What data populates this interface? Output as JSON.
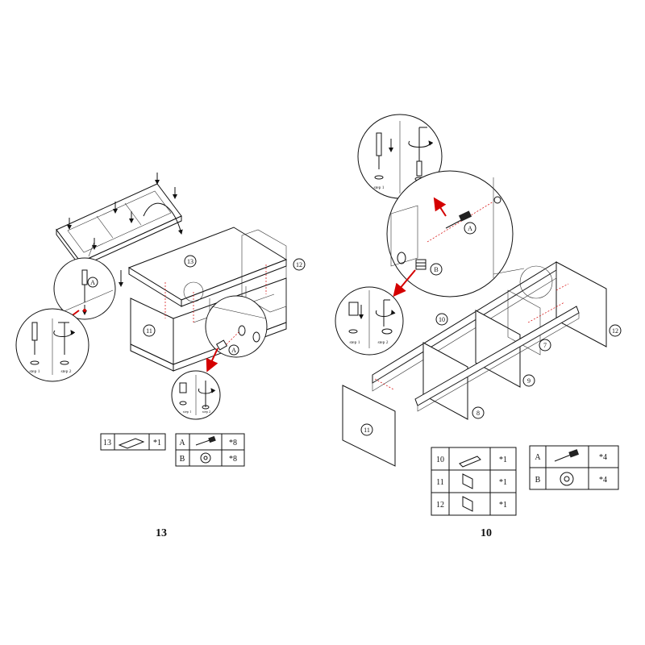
{
  "left_page": {
    "page_number": "13",
    "part_labels": {
      "p13": "13",
      "p11": "11",
      "p12": "12"
    },
    "callout_labels": {
      "A": "A",
      "step1": "step 1",
      "step2": "step 2"
    },
    "parts_table": [
      {
        "id": "13",
        "qty": "*1"
      }
    ],
    "hardware_table": [
      {
        "id": "A",
        "qty": "*8"
      },
      {
        "id": "B",
        "qty": "*8"
      }
    ]
  },
  "right_page": {
    "page_number": "10",
    "part_labels": {
      "p10": "10",
      "p11": "11",
      "p12": "12",
      "p7": "7",
      "p8": "8",
      "p9": "9"
    },
    "callout_labels": {
      "A": "A",
      "B": "B",
      "step1": "step 1",
      "step2": "step 2"
    },
    "parts_table": [
      {
        "id": "10",
        "qty": "*1"
      },
      {
        "id": "11",
        "qty": "*1"
      },
      {
        "id": "12",
        "qty": "*1"
      }
    ],
    "hardware_table": [
      {
        "id": "A",
        "qty": "*4"
      },
      {
        "id": "B",
        "qty": "*4"
      }
    ]
  },
  "colors": {
    "line": "#111111",
    "arrow": "#d40000",
    "background": "#ffffff"
  }
}
